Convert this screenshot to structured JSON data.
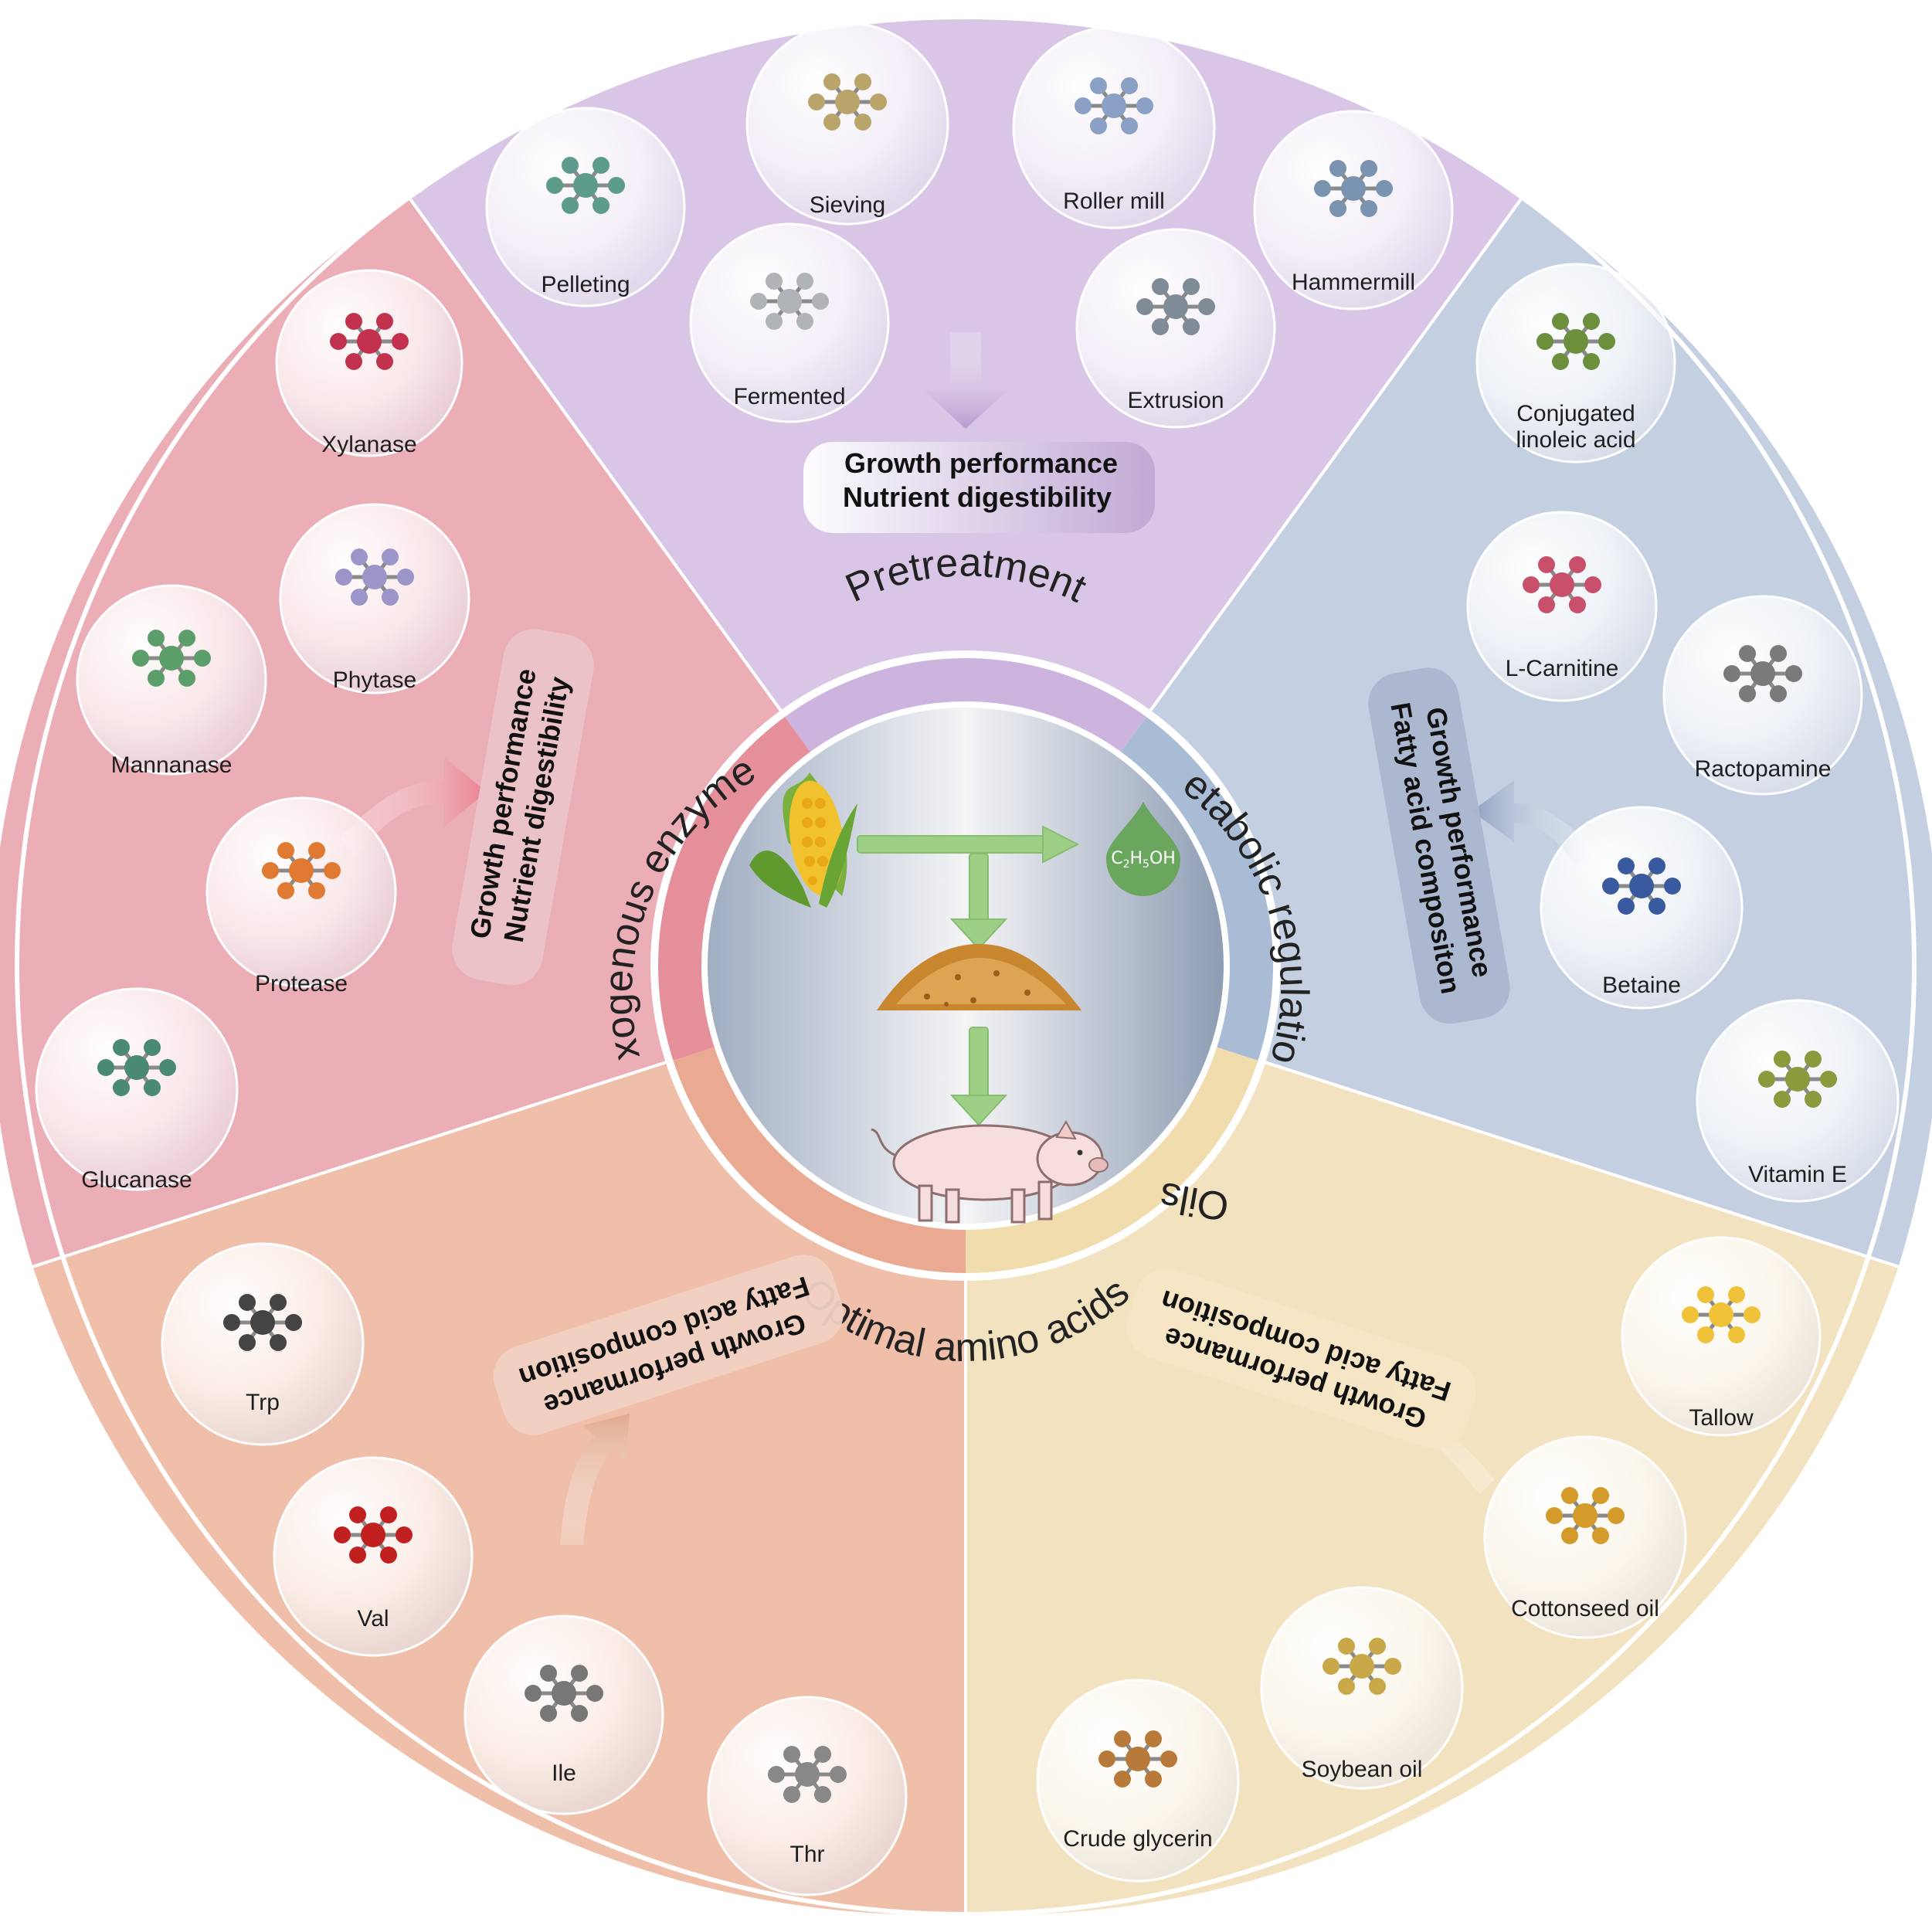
{
  "center": {
    "ethanol_label": "C2H5OH"
  },
  "ring_labels": {
    "pretreatment": "Pretreatment",
    "metabolic": "Metabolic regulation",
    "oils": "Oils",
    "amino": "Optimal amino acids",
    "enzymes": "Exogenous enzymes"
  },
  "outcomes": {
    "pretreatment": {
      "line1": "Growth performance",
      "line2": "Nutrient digestibility"
    },
    "enzymes": {
      "line1": "Growth performance",
      "line2": "Nutrient digestibility"
    },
    "metabolic": {
      "line1": "Growth performance",
      "line2": "Fatty acid compositon"
    },
    "oils": {
      "line1": "Growth performance",
      "line2": "Fatty acid composition"
    },
    "amino": {
      "line1": "Growth performance",
      "line2": "Fatty acid composition"
    }
  },
  "items": {
    "pretreatment": [
      "Sieving",
      "Roller mill",
      "Pelleting",
      "Hammermill",
      "Fermented",
      "Extrusion"
    ],
    "enzymes": [
      "Xylanase",
      "Phytase",
      "Mannanase",
      "Protease",
      "Glucanase"
    ],
    "metabolic": [
      "Conjugated",
      "linoleic acid",
      "L-Carnitine",
      "Ractopamine",
      "Betaine",
      "Vitamin E"
    ],
    "oils": [
      "Tallow",
      "Cottonseed oil",
      "Soybean oil",
      "Crude glycerin"
    ],
    "amino": [
      "Trp",
      "Val",
      "Ile",
      "Thr"
    ]
  },
  "colors": {
    "pretreatment": "#d9c6e6",
    "metabolic": "#c4d0e2",
    "oils": "#f3e2c0",
    "amino": "#efbfaa",
    "enzymes": "#ecaeb6",
    "ring_pretreatment": "#cdb4df",
    "ring_metabolic": "#a9bcd6",
    "ring_oils": "#f1dcae",
    "ring_amino": "#e9aa91",
    "ring_enzymes": "#e58f9b"
  }
}
